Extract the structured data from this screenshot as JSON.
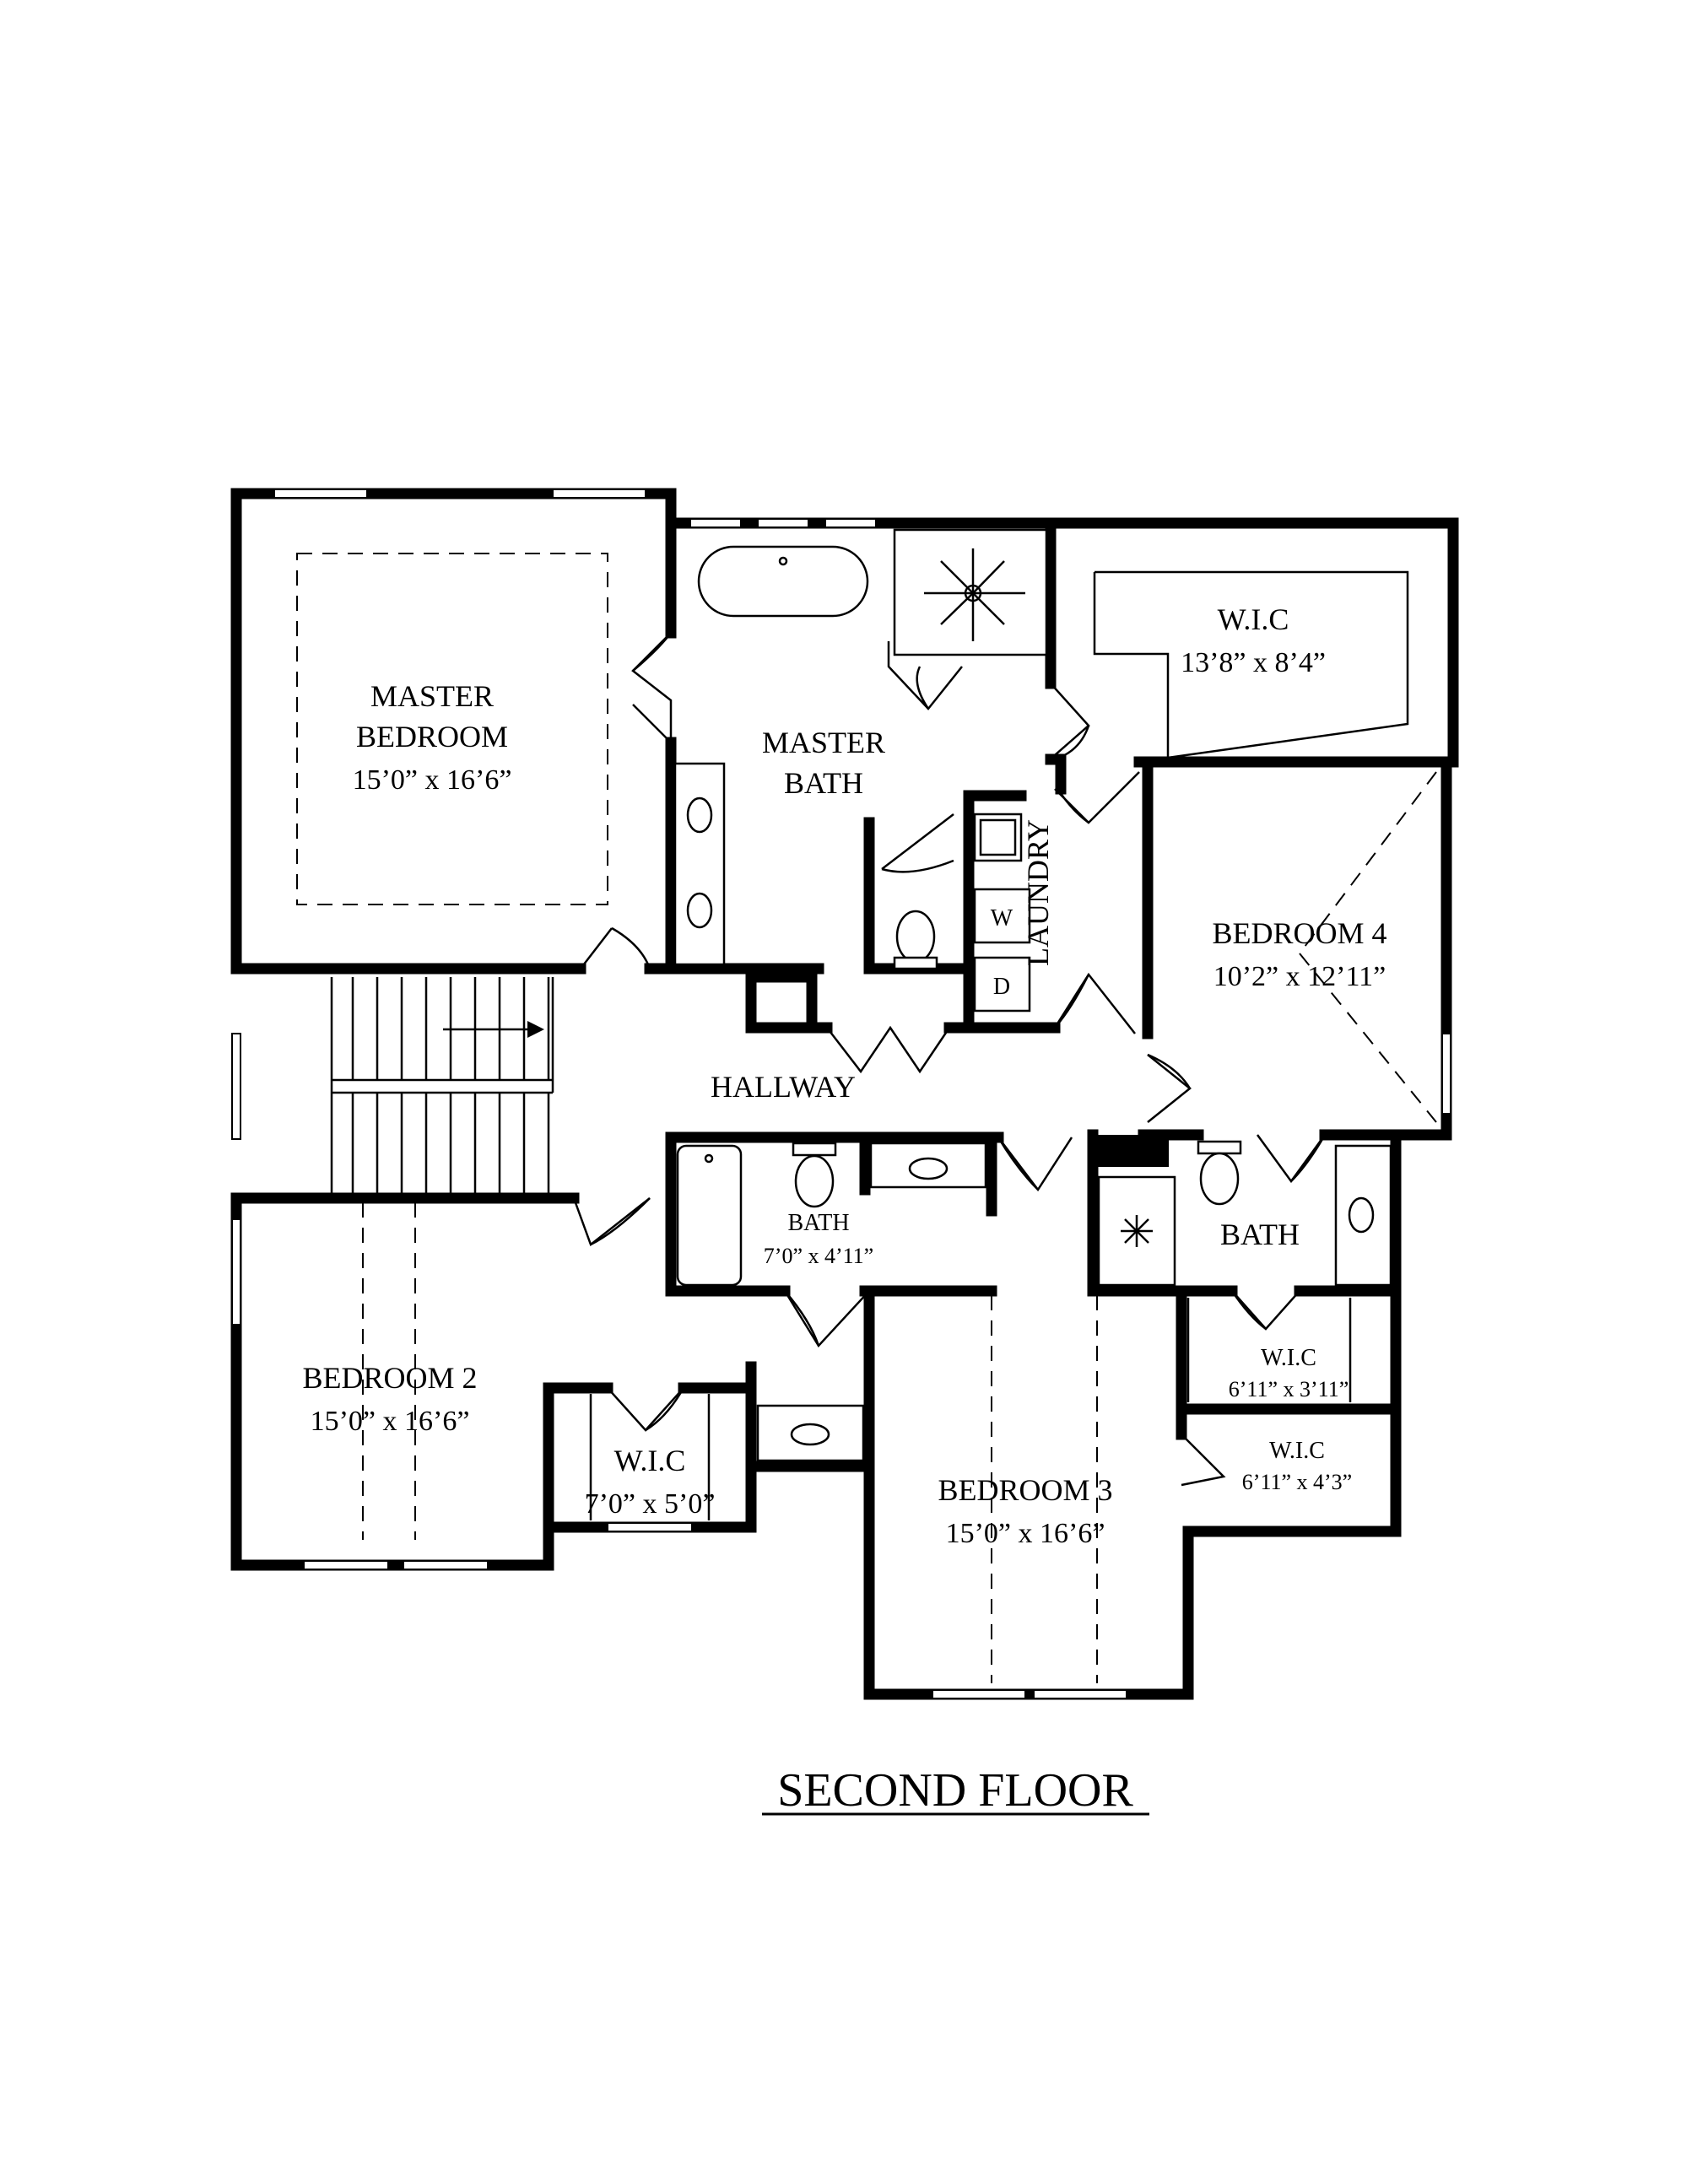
{
  "title": "SECOND FLOOR",
  "rooms": {
    "master_bedroom": {
      "name_line1": "MASTER",
      "name_line2": "BEDROOM",
      "size": "15’0” x 16’6”"
    },
    "master_bath": {
      "name_line1": "MASTER",
      "name_line2": "BATH"
    },
    "wic_master": {
      "name": "W.I.C",
      "size": "13’8” x 8’4”"
    },
    "laundry": {
      "name": "LAUNDRY",
      "washer": "W",
      "dryer": "D"
    },
    "bedroom_4": {
      "name": "BEDROOM 4",
      "size": "10’2” x 12’11”"
    },
    "hallway": {
      "name": "HALLWAY"
    },
    "hall_bath": {
      "name": "BATH",
      "size": "7’0” x 4’11”"
    },
    "bath_2": {
      "name": "BATH"
    },
    "wic_b3a": {
      "name": "W.I.C",
      "size": "6’11” x 3’11”"
    },
    "wic_b3b": {
      "name": "W.I.C",
      "size": "6’11” x 4’3”"
    },
    "bedroom_2": {
      "name": "BEDROOM 2",
      "size": "15’0” x 16’6”"
    },
    "wic_b2": {
      "name": "W.I.C",
      "size": "7’0” x 5’0”"
    },
    "bedroom_3": {
      "name": "BEDROOM 3",
      "size": "15’0” x 16’6”"
    }
  },
  "colors": {
    "line": "#000000",
    "background": "#ffffff"
  }
}
